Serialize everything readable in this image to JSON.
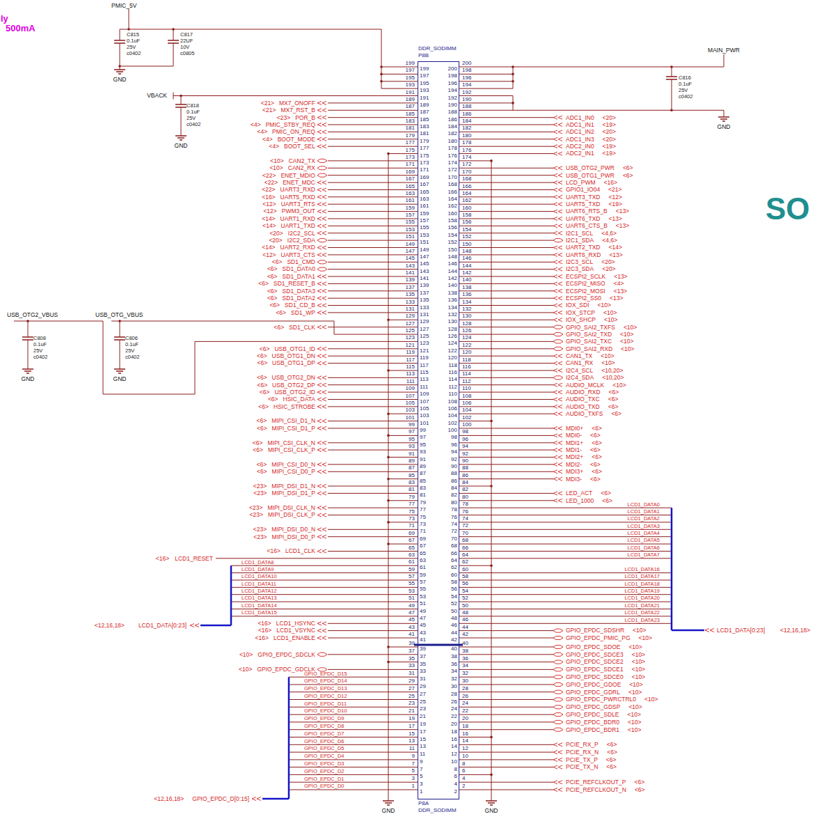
{
  "diagram": {
    "nodes": [
      {
        "text": [
          "DDR_SODIMM",
          "P8B",
          "P8A",
          "DDR_SODIMM"
        ]
      }
    ],
    "labels": [
      "ly",
      "500mA",
      "PMIC_5V",
      "C815",
      "0.1uF",
      "25V",
      "c0402",
      "C817",
      "22UF",
      "10V",
      "c0805",
      "GND",
      "VBACK",
      "C818",
      "0.1uF",
      "25V",
      "c0402",
      "GND",
      "MAIN_PWR",
      "C816",
      "0.1uF",
      "25V",
      "c0402",
      "GND",
      "USB_OTG2_VBUS",
      "USB_OTG_VBUS",
      "C808",
      "0.1uF",
      "25V",
      "c0402",
      "GND",
      "C806",
      "0.1uF",
      "25V",
      "c0402",
      "GND",
      "LCD1_DATA[0:23]",
      "<12,16,18>",
      "LCD1_DATA[0:23]",
      "<12,16,18>",
      "GPIO_EPDC_D[0:15]",
      "<12,16,18>",
      "GND",
      "GND",
      "SO",
      "199",
      "197",
      "195",
      "193",
      "191",
      "189",
      "187",
      "185",
      "183",
      "181",
      "179",
      "177",
      "175",
      "173",
      "171",
      "169",
      "167",
      "165",
      "163",
      "161",
      "159",
      "157",
      "155",
      "153",
      "151",
      "149",
      "147",
      "145",
      "143",
      "141",
      "139",
      "137",
      "135",
      "133",
      "131",
      "129",
      "127",
      "125",
      "123",
      "121",
      "119",
      "117",
      "115",
      "113",
      "111",
      "109",
      "107",
      "105",
      "103",
      "101",
      "99",
      "97",
      "95",
      "93",
      "91",
      "89",
      "87",
      "85",
      "83",
      "81",
      "79",
      "77",
      "75",
      "73",
      "71",
      "69",
      "67",
      "65",
      "63",
      "61",
      "59",
      "57",
      "55",
      "53",
      "51",
      "49",
      "47",
      "45",
      "43",
      "41",
      "39",
      "37",
      "35",
      "33",
      "31",
      "29",
      "27",
      "25",
      "23",
      "21",
      "19",
      "17",
      "15",
      "13",
      "11",
      "9",
      "7",
      "5",
      "3",
      "1",
      "199",
      "197",
      "195",
      "193",
      "191",
      "189",
      "187",
      "185",
      "183",
      "181",
      "179",
      "177",
      "175",
      "173",
      "171",
      "169",
      "167",
      "165",
      "163",
      "161",
      "159",
      "157",
      "155",
      "153",
      "151",
      "149",
      "147",
      "145",
      "143",
      "141",
      "139",
      "137",
      "135",
      "133",
      "131",
      "129",
      "127",
      "125",
      "123",
      "121",
      "119",
      "117",
      "115",
      "113",
      "111",
      "109",
      "107",
      "105",
      "103",
      "101",
      "99",
      "97",
      "95",
      "93",
      "91",
      "89",
      "87",
      "85",
      "83",
      "81",
      "79",
      "77",
      "75",
      "73",
      "71",
      "69",
      "67",
      "65",
      "63",
      "61",
      "59",
      "57",
      "55",
      "53",
      "51",
      "49",
      "47",
      "45",
      "43",
      "41",
      "39",
      "37",
      "35",
      "33",
      "31",
      "29",
      "27",
      "25",
      "23",
      "21",
      "19",
      "17",
      "15",
      "13",
      "11",
      "9",
      "7",
      "5",
      "3",
      "1",
      "200",
      "198",
      "196",
      "194",
      "192",
      "190",
      "188",
      "186",
      "184",
      "182",
      "180",
      "178",
      "176",
      "174",
      "172",
      "170",
      "168",
      "166",
      "164",
      "162",
      "160",
      "158",
      "156",
      "154",
      "152",
      "150",
      "148",
      "146",
      "144",
      "142",
      "140",
      "138",
      "136",
      "134",
      "132",
      "130",
      "128",
      "126",
      "124",
      "122",
      "120",
      "118",
      "116",
      "114",
      "112",
      "110",
      "108",
      "106",
      "104",
      "102",
      "100",
      "98",
      "96",
      "94",
      "92",
      "90",
      "88",
      "86",
      "84",
      "82",
      "80",
      "78",
      "76",
      "74",
      "72",
      "70",
      "68",
      "66",
      "64",
      "62",
      "60",
      "58",
      "56",
      "54",
      "52",
      "50",
      "48",
      "46",
      "44",
      "42",
      "40",
      "38",
      "36",
      "34",
      "32",
      "30",
      "28",
      "26",
      "24",
      "22",
      "20",
      "18",
      "16",
      "14",
      "12",
      "10",
      "8",
      "6",
      "4",
      "2",
      "200",
      "198",
      "196",
      "194",
      "192",
      "190",
      "188",
      "186",
      "184",
      "182",
      "180",
      "178",
      "176",
      "174",
      "172",
      "170",
      "168",
      "166",
      "164",
      "162",
      "160",
      "158",
      "156",
      "154",
      "152",
      "150",
      "148",
      "146",
      "144",
      "142",
      "140",
      "138",
      "136",
      "134",
      "132",
      "130",
      "128",
      "126",
      "124",
      "122",
      "120",
      "118",
      "116",
      "114",
      "112",
      "110",
      "108",
      "106",
      "104",
      "102",
      "100",
      "98",
      "96",
      "94",
      "92",
      "90",
      "88",
      "86",
      "84",
      "82",
      "80",
      "78",
      "76",
      "74",
      "72",
      "70",
      "68",
      "66",
      "64",
      "62",
      "60",
      "58",
      "56",
      "54",
      "52",
      "50",
      "48",
      "46",
      "44",
      "42",
      "40",
      "38",
      "36",
      "34",
      "32",
      "30",
      "28",
      "26",
      "24",
      "22",
      "20",
      "18",
      "16",
      "14",
      "12",
      "10",
      "8",
      "6",
      "4",
      "2",
      "MX7_ONOFF",
      "<21>",
      "MX7_RST_B",
      "<21>",
      "POR_B",
      "<23>",
      "PMIC_STBY_REQ",
      "<4>",
      "PMIC_ON_REQ",
      "<4>",
      "BOOT_MODE",
      "<4>",
      "BOOT_SEL",
      "<4>",
      "CAN2_TX",
      "<10>",
      "CAN2_RX",
      "<10>",
      "ENET_MDIO",
      "<22>",
      "ENET_MDC",
      "<22>",
      "UART3_RXD",
      "<22>",
      "UART5_RXD",
      "<16>",
      "UART3_RTS",
      "<12>",
      "PWM3_OUT",
      "<12>",
      "UART1_RXD",
      "<14>",
      "UART1_TXD",
      "<14>",
      "I2C2_SCL",
      "<20>",
      "I2C2_SDA",
      "<20>",
      "UART2_RXD",
      "<14>",
      "UART3_CTS",
      "<12>",
      "SD1_CMD",
      "<6>",
      "SD1_DATA0",
      "<6>",
      "SD1_DATA1",
      "<6>",
      "SD1_RESET_B",
      "<6>",
      "SD1_DATA3",
      "<6>",
      "SD1_DATA2",
      "<6>",
      "SD1_CD_B",
      "<6>",
      "SD1_WP",
      "<6>",
      "SD1_CLK",
      "<6>",
      "USB_OTG1_ID",
      "<6>",
      "USB_OTG1_DN",
      "<6>",
      "USB_OTG1_DP",
      "<6>",
      "USB_OTG2_DN",
      "<6>",
      "USB_OTG2_DP",
      "<6>",
      "USB_OTG2_ID",
      "<6>",
      "HSIC_DATA",
      "<6>",
      "HSIC_STROBE",
      "<6>",
      "MIPI_CSI_D1_N",
      "<6>",
      "MIPI_CSI_D1_P",
      "<6>",
      "MIPI_CSI_CLK_N",
      "<6>",
      "MIPI_CSI_CLK_P",
      "<6>",
      "MIPI_CSI_D0_N",
      "<6>",
      "MIPI_CSI_D0_P",
      "<6>",
      "MIPI_DSI_D1_N",
      "<23>",
      "MIPI_DSI_D1_P",
      "<23>",
      "MIPI_DSI_CLK_N",
      "<23>",
      "MIPI_DSI_CLK_P",
      "<23>",
      "MIPI_DSI_D0_N",
      "<23>",
      "MIPI_DSI_D0_P",
      "<23>",
      "LCD1_CLK",
      "<16>",
      "LCD1_RESET",
      "<16>",
      "LCD1_DATA8",
      "LCD1_DATA9",
      "LCD1_DATA10",
      "LCD1_DATA11",
      "LCD1_DATA12",
      "LCD1_DATA13",
      "LCD1_DATA14",
      "LCD1_DATA15",
      "LCD1_HSYNC",
      "<16>",
      "LCD1_VSYNC",
      "<16>",
      "LCD1_ENABLE",
      "<16>",
      "GPIO_EPDC_SDCLK",
      "<10>",
      "GPIO_EPDC_GDCLK",
      "<10>",
      "GPIO_EPDC_D15",
      "GPIO_EPDC_D14",
      "GPIO_EPDC_D13",
      "GPIO_EPDC_D12",
      "GPIO_EPDC_D11",
      "GPIO_EPDC_D10",
      "GPIO_EPDC_D9",
      "GPIO_EPDC_D8",
      "GPIO_EPDC_D7",
      "GPIO_EPDC_D6",
      "GPIO_EPDC_D5",
      "GPIO_EPDC_D4",
      "GPIO_EPDC_D3",
      "GPIO_EPDC_D2",
      "GPIO_EPDC_D1",
      "GPIO_EPDC_D0",
      "ADC1_IN0",
      "<20>",
      "ADC1_IN1",
      "<19>",
      "ADC1_IN2",
      "<20>",
      "ADC1_IN3",
      "<20>",
      "ADC2_IN0",
      "<19>",
      "ADC2_IN1",
      "<19>",
      "USB_OTG2_PWR",
      "<6>",
      "USB_OTG1_PWR",
      "<6>",
      "LCD_PWM",
      "<16>",
      "GPIO1_IO04",
      "<21>",
      "UART3_TXD",
      "<12>",
      "UART5_TXD",
      "<19>",
      "UART6_RTS_B",
      "<13>",
      "UART6_TXD",
      "<13>",
      "UART6_CTS_B",
      "<13>",
      "I2C1_SCL",
      "<4,6>",
      "I2C1_SDA",
      "<4,6>",
      "UART2_TXD",
      "<14>",
      "UART6_RXD",
      "<13>",
      "I2C3_SCL",
      "<20>",
      "I2C3_SDA",
      "<20>",
      "ECSPI2_SCLK",
      "<13>",
      "ECSPI2_MISO",
      "<4>",
      "ECSPI2_MOSI",
      "<13>",
      "ECSPI2_SS0",
      "<13>",
      "IOX_SDI",
      "<10>",
      "IOX_STCP",
      "<10>",
      "IOX_SHCP",
      "<10>",
      "GPIO_SAI2_TXFS",
      "<10>",
      "GPIO_SAI2_TXD",
      "<10>",
      "GPIO_SAI2_TXC",
      "<10>",
      "GPIO_SAI2_RXD",
      "<10>",
      "CAN1_TX",
      "<10>",
      "CAN1_RX",
      "<10>",
      "I2C4_SCL",
      "<10,20>",
      "I2C4_SDA",
      "<10,20>",
      "AUDIO_MCLK",
      "<10>",
      "AUDIO_RXD",
      "<6>",
      "AUDIO_TXC",
      "<6>",
      "AUDIO_TXD",
      "<6>",
      "AUDIO_TXFS",
      "<6>",
      "MDI0+",
      "<6>",
      "MDI0-",
      "<6>",
      "MDI1+",
      "<6>",
      "MDI1-",
      "<6>",
      "MDI2+",
      "<6>",
      "MDI2-",
      "<6>",
      "MDI3+",
      "<6>",
      "MDI3-",
      "<6>",
      "LED_ACT",
      "<6>",
      "LED_1000",
      "<6>",
      "LCD1_DATA0",
      "LCD1_DATA1",
      "LCD1_DATA2",
      "LCD1_DATA3",
      "LCD1_DATA4",
      "LCD1_DATA5",
      "LCD1_DATA6",
      "LCD1_DATA7",
      "LCD1_DATA16",
      "LCD1_DATA17",
      "LCD1_DATA18",
      "LCD1_DATA19",
      "LCD1_DATA20",
      "LCD1_DATA21",
      "LCD1_DATA22",
      "LCD1_DATA23",
      "GPIO_EPDC_SDSHR",
      "<10>",
      "GPIO_EPDC_PMIC_PG",
      "<10>",
      "GPIO_EPDC_SDOE",
      "<10>",
      "GPIO_EPDC_SDCE3",
      "<10>",
      "GPIO_EPDC_SDCE2",
      "<10>",
      "GPIO_EPDC_SDCE1",
      "<10>",
      "GPIO_EPDC_SDCE0",
      "<10>",
      "GPIO_EPDC_GDOE",
      "<10>",
      "GPIO_EPDC_GDRL",
      "<10>",
      "GPIO_EPDC_PWRCTRL0",
      "<10>",
      "GPIO_EPDC_GDSP",
      "<10>",
      "GPIO_EPDC_SDLE",
      "<10>",
      "GPIO_EPDC_BDR0",
      "<10>",
      "GPIO_EPDC_BDR1",
      "<10>",
      "PCIE_RX_P",
      "<6>",
      "PCIE_RX_N",
      "<6>",
      "PCIE_TX_P",
      "<6>",
      "PCIE_TX_N",
      "<6>",
      "PCIE_REFCLKOUT_P",
      "<6>",
      "PCIE_REFCLKOUT_N",
      "<6>"
    ]
  }
}
